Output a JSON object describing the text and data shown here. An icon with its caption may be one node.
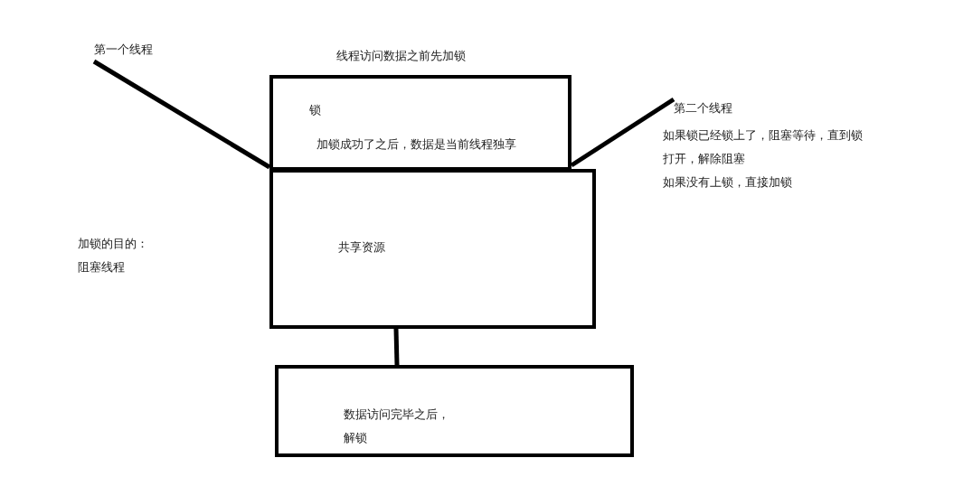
{
  "diagram": {
    "nodes": [
      {
        "text": [
          "第一个线程"
        ]
      },
      {
        "text": [
          "锁",
          "加锁成功了之后，数据是当前线程独享"
        ]
      },
      {
        "text": [
          "第二个线程",
          "如果锁已经锁上了，阻塞等待，直到锁打开，解除阻塞",
          "如果没有上锁，直接加锁"
        ]
      },
      {
        "text": [
          "共享资源"
        ]
      },
      {
        "text": [
          "数据访问完毕之后，解锁"
        ]
      }
    ],
    "edges": [
      {
        "from": 0,
        "to": 1,
        "arrow": "none"
      },
      {
        "from": 2,
        "to": 1,
        "arrow": "none"
      },
      {
        "from": 3,
        "to": 4,
        "arrow": "none"
      }
    ],
    "labels": [
      "线程访问数据之前先加锁",
      "加锁的目的：阻塞线程"
    ]
  }
}
